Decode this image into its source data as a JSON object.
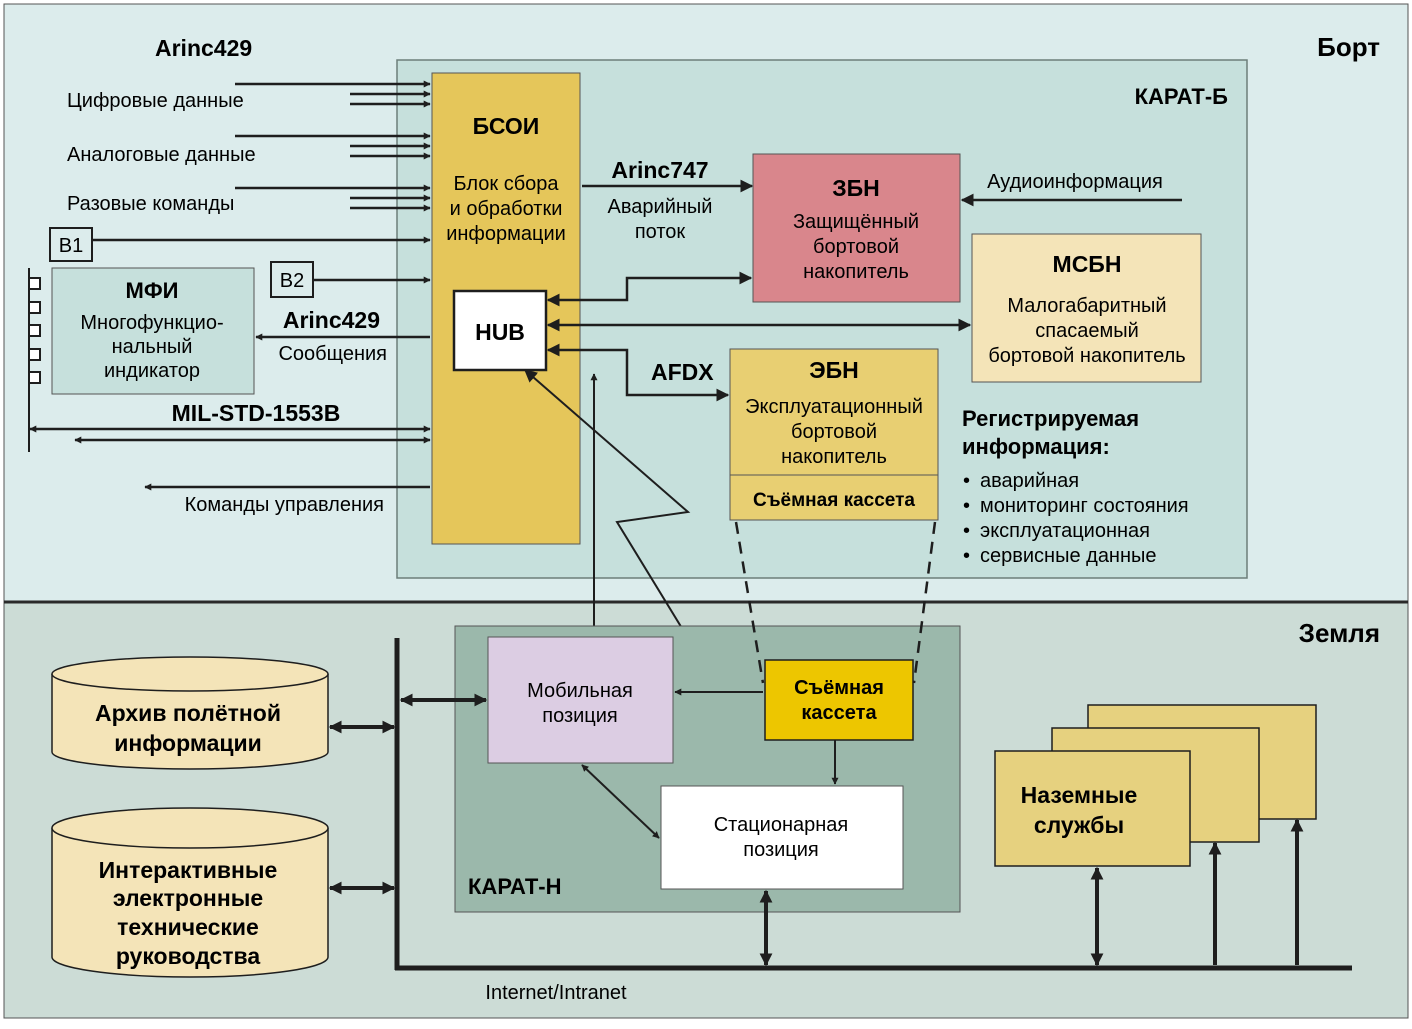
{
  "zones": {
    "board": "Борт",
    "ground": "Земля"
  },
  "karat_b": {
    "title": "КАРАТ-Б",
    "bsoi": {
      "title": "БСОИ",
      "lines": [
        "Блок сбора",
        "и обработки",
        "информации"
      ]
    },
    "hub": "HUB",
    "zbn_protected": {
      "title": "ЗБН",
      "lines": [
        "Защищённый",
        "бортовой",
        "накопитель"
      ]
    },
    "msbn": {
      "title": "МСБН",
      "lines": [
        "Малогабаритный",
        "спасаемый",
        "бортовой накопитель"
      ]
    },
    "ebn": {
      "title": "ЭБН",
      "lines": [
        "Эксплуатационный",
        "бортовой",
        "накопитель"
      ],
      "cassette": "Съёмная кассета"
    },
    "arinc747": "Arinc747",
    "emergency_stream": [
      "Аварийный",
      "поток"
    ],
    "audio": "Аудиоинформация",
    "afdx": "AFDX",
    "registered": {
      "title": [
        "Регистрируемая",
        "информация:"
      ],
      "items": [
        "аварийная",
        "мониторинг состояния",
        "эксплуатационная",
        "сервисные данные"
      ]
    }
  },
  "inputs": {
    "arinc429_top": "Arinc429",
    "digital": "Цифровые данные",
    "analog": "Аналоговые данные",
    "discrete": "Разовые команды",
    "b1": "В1",
    "b2": "В2",
    "arinc429_msg": "Arinc429",
    "messages": "Сообщения",
    "milstd": "MIL-STD-1553B",
    "control_cmds": "Команды управления"
  },
  "mfi": {
    "title": "МФИ",
    "lines": [
      "Многофункцио-",
      "нальный",
      "индикатор"
    ]
  },
  "karat_n": {
    "title": "КАРАТ-Н",
    "mobile": [
      "Мобильная",
      "позиция"
    ],
    "cassette": [
      "Съёмная",
      "кассета"
    ],
    "stationary": [
      "Стационарная",
      "позиция"
    ]
  },
  "archive": [
    "Архив полётной",
    "информации"
  ],
  "ietm": [
    "Интерактивные",
    "электронные",
    "технические",
    "руководства"
  ],
  "ground_services": [
    "Наземные",
    "службы"
  ],
  "network": "Internet/Intranet",
  "colors": {
    "board_bg": "#dcecec",
    "ground_bg": "#ccdcd6",
    "karat_b_bg": "#c6e0dc",
    "karat_n_bg": "#9bb8ab",
    "bsoi": "#e5c65a",
    "zbn_protected": "#d9868c",
    "msbn": "#f4e4b8",
    "ebn": "#e8cf72",
    "mobile": "#dccde3",
    "cassette": "#edc600",
    "cylinder": "#f4e4b8",
    "services": "#e6d17f",
    "mfi": "#c6e0dc"
  }
}
